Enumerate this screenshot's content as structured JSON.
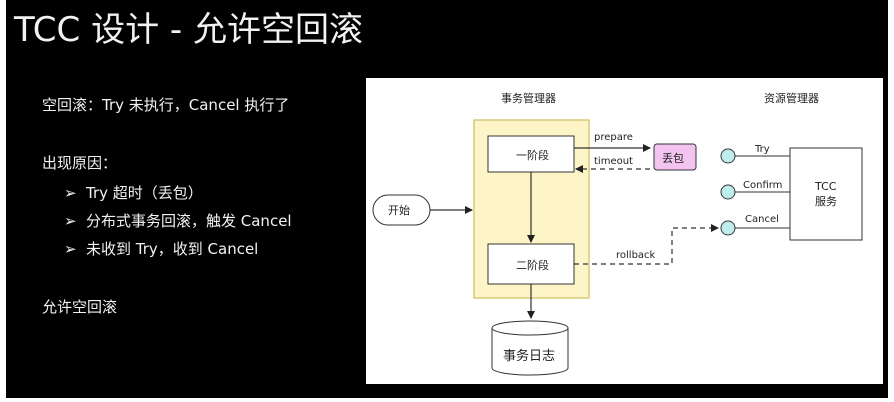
{
  "title": "TCC 设计 - 允许空回滚",
  "definition": "空回滚：Try 未执行，Cancel 执行了",
  "reasons_heading": "出现原因：",
  "reasons": [
    "Try 超时（丢包）",
    "分布式事务回滚，触发 Cancel",
    "未收到 Try，收到 Cancel"
  ],
  "bullet_marker": "➢",
  "conclusion": "允许空回滚",
  "diagram": {
    "tm_label": "事务管理器",
    "rm_label": "资源管理器",
    "phase1": "一阶段",
    "phase2": "二阶段",
    "start": "开始",
    "lost_packet": "丢包",
    "prepare": "prepare",
    "timeout": "timeout",
    "rollback": "rollback",
    "log": "事务日志",
    "try": "Try",
    "confirm": "Confirm",
    "cancel": "Cancel",
    "service_line1": "TCC",
    "service_line2": "服务",
    "colors": {
      "tm_fill": "#fdf5c8",
      "tm_border": "#d8c87a",
      "lost_fill": "#f3c4f0",
      "port_fill": "#bfeeee"
    }
  }
}
